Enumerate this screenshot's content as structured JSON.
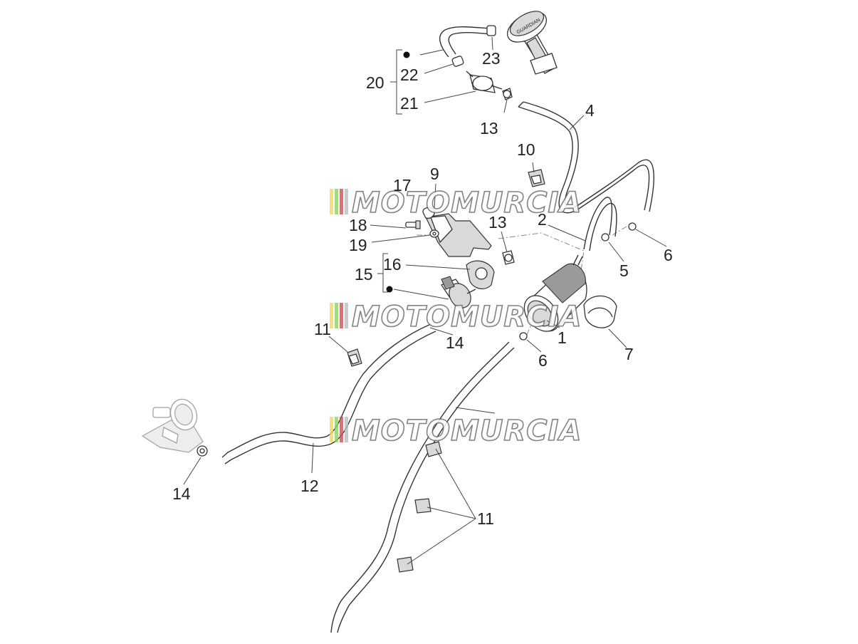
{
  "diagram": {
    "callouts": {
      "c1": "1",
      "c2": "2",
      "c4": "4",
      "c5": "5",
      "c6a": "6",
      "c6b": "6",
      "c7": "7",
      "c9": "9",
      "c10": "10",
      "c11a": "11",
      "c11b": "11",
      "c12": "12",
      "c13a": "13",
      "c13b": "13",
      "c14a": "14",
      "c14b": "14",
      "c15": "15",
      "c16": "16",
      "c17": "17",
      "c18": "18",
      "c19": "19",
      "c20": "20",
      "c21": "21",
      "c22": "22",
      "c23": "23"
    },
    "watermark": "MOTOMURCIA",
    "cap_text": "GUARDIAN",
    "colors": {
      "stripe_red": "#e8454a",
      "stripe_green": "#8fcf66",
      "stripe_yellow": "#f2d65a",
      "stripe_gray": "#bdbdbd"
    }
  }
}
